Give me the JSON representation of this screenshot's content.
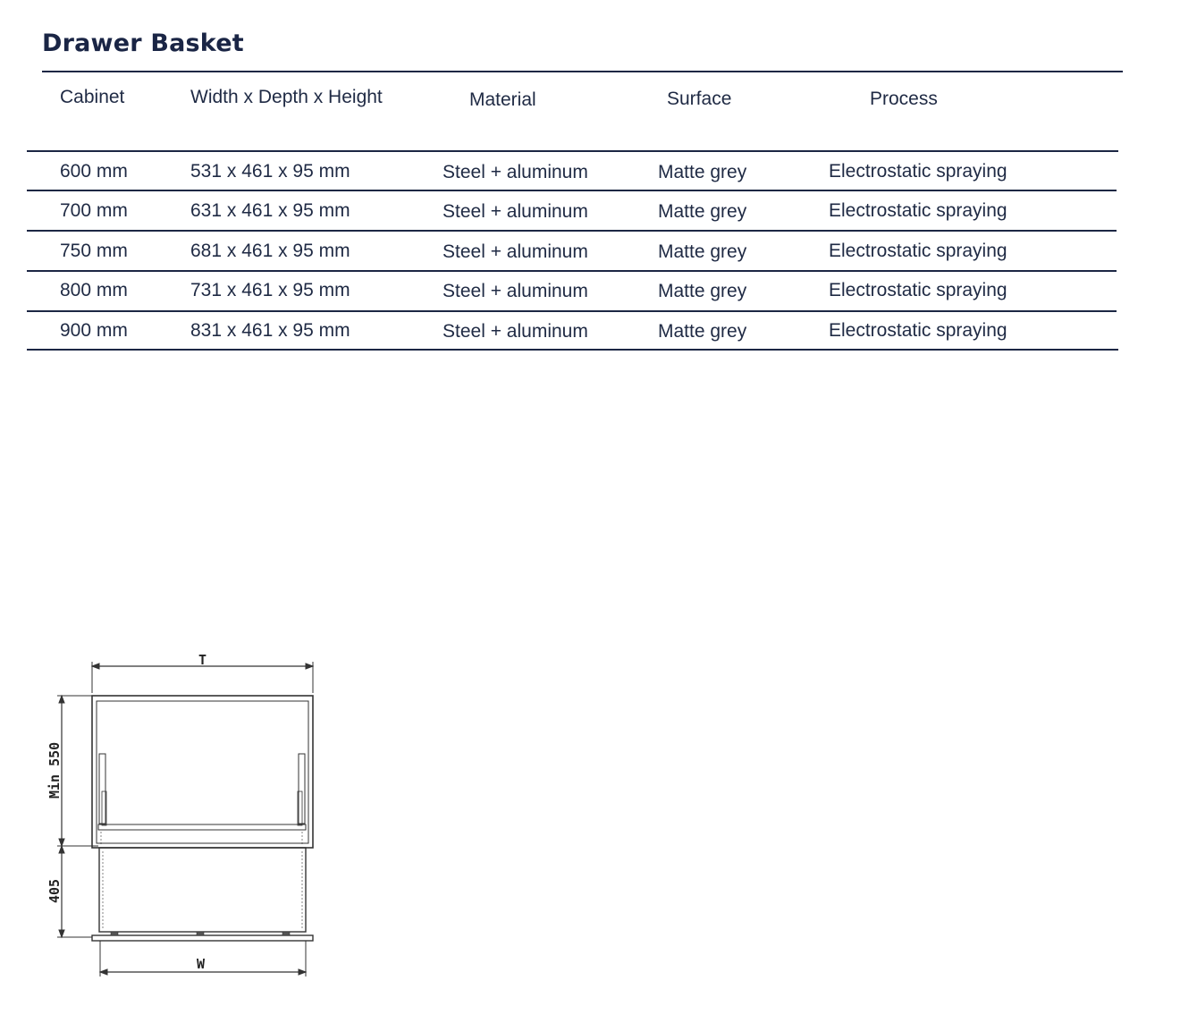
{
  "title": "Drawer Basket",
  "table": {
    "headers": [
      "Cabinet",
      "Width x Depth x Height",
      "Material",
      "Surface",
      "Process"
    ],
    "rows": [
      [
        "600 mm",
        "531 x 461 x 95 mm",
        "Steel + aluminum",
        "Matte grey",
        "Electrostatic spraying"
      ],
      [
        "700 mm",
        "631 x 461 x 95 mm",
        "Steel + aluminum",
        "Matte grey",
        "Electrostatic spraying"
      ],
      [
        "750 mm",
        "681 x 461 x 95 mm",
        "Steel + aluminum",
        "Matte grey",
        "Electrostatic spraying"
      ],
      [
        "800 mm",
        "731 x 461 x 95 mm",
        "Steel + aluminum",
        "Matte grey",
        "Electrostatic spraying"
      ],
      [
        "900 mm",
        "831 x 461 x 95 mm",
        "Steel + aluminum",
        "Matte grey",
        "Electrostatic spraying"
      ]
    ]
  },
  "drawing": {
    "top_label": "T",
    "bottom_label": "W",
    "upper_side_label": "Min 550",
    "lower_side_label": "405"
  },
  "colors": {
    "rule": "#1c2744",
    "text": "#1f2a44"
  }
}
